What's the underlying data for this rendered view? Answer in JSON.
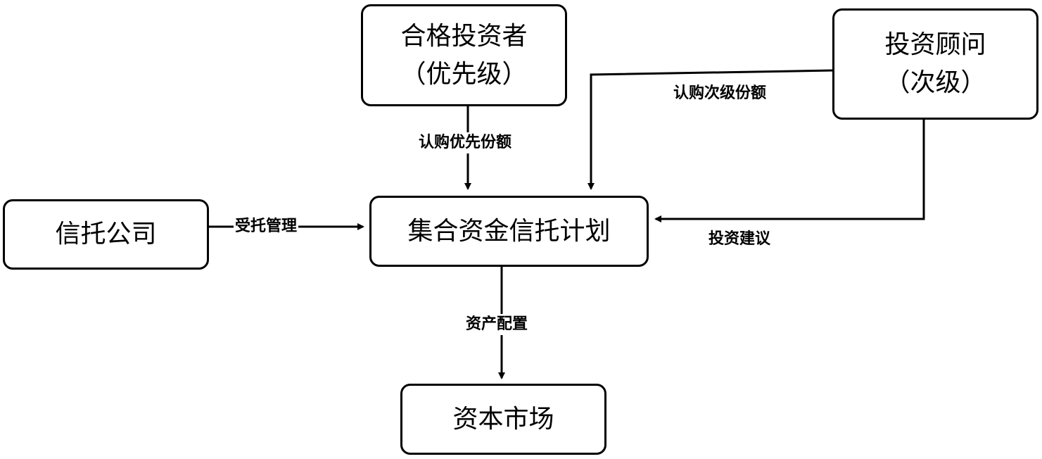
{
  "nodes": {
    "senior_investor": {
      "line1": "合格投资者",
      "line2": "（优先级）"
    },
    "advisor": {
      "line1": "投资顾问",
      "line2": "（次级）"
    },
    "trust_company": {
      "label": "信托公司"
    },
    "trust_plan": {
      "label": "集合资金信托计划"
    },
    "capital_market": {
      "label": "资本市场"
    }
  },
  "edges": {
    "subscribe_senior": "认购优先份额",
    "subscribe_junior": "认购次级份额",
    "investment_advice": "投资建议",
    "trustee_management": "受托管理",
    "asset_allocation": "资产配置"
  },
  "colors": {
    "stroke": "#000000",
    "background": "#ffffff"
  }
}
